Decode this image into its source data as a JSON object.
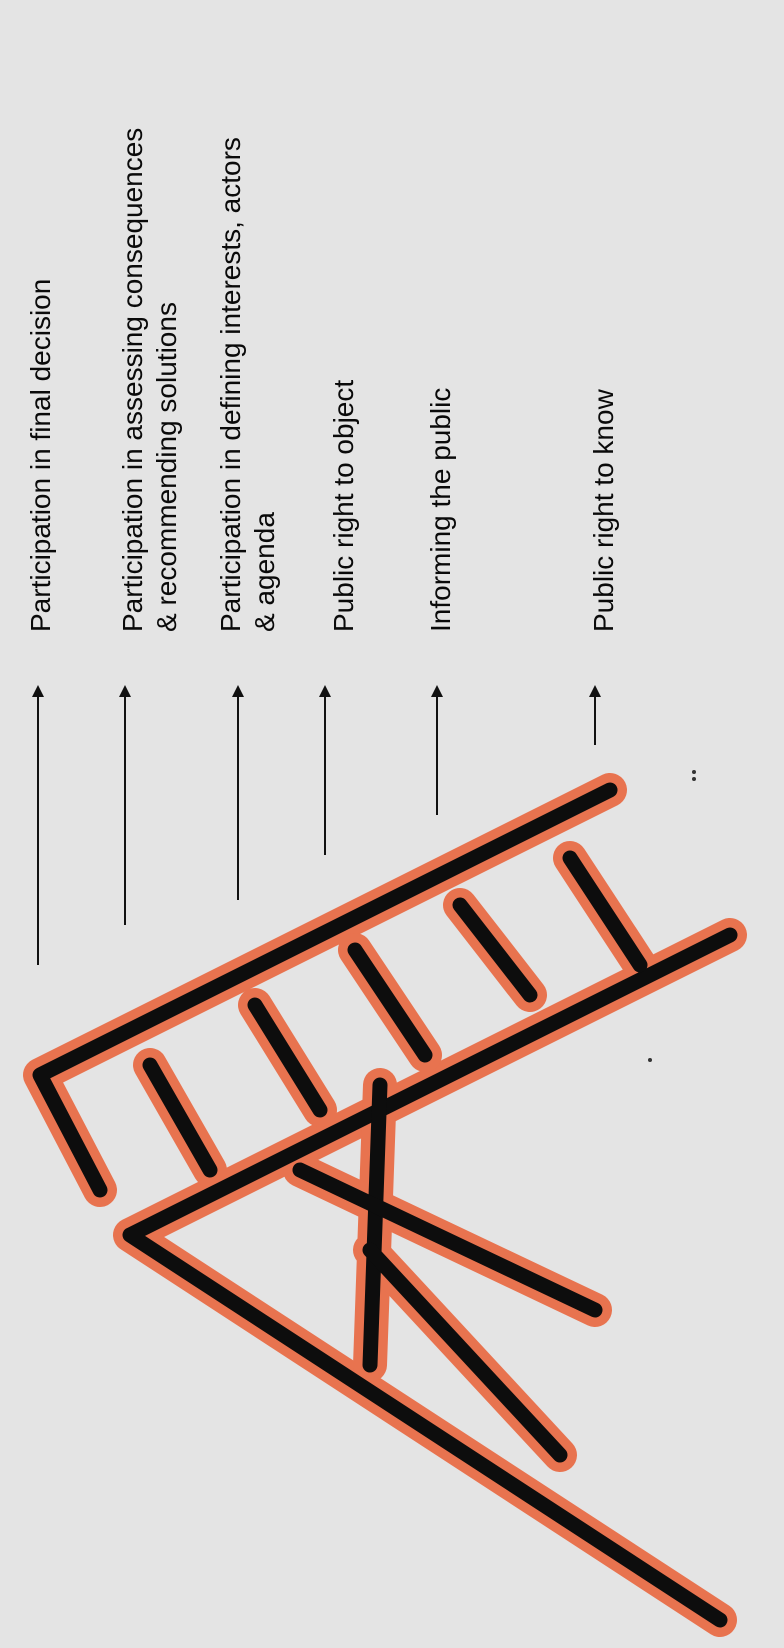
{
  "diagram": {
    "colors": {
      "background": "#e4e4e4",
      "ladder_outline": "#e8734f",
      "ladder_stroke": "#0d0d0d",
      "arrow": "#111111",
      "text": "#0a0a0a"
    },
    "levels": [
      {
        "lines": [
          "Participation in final decision"
        ]
      },
      {
        "lines": [
          "Participation in assessing consequences",
          "& recommending solutions"
        ]
      },
      {
        "lines": [
          "Participation in defining interests, actors",
          "& agenda"
        ]
      },
      {
        "lines": [
          "Public right to object"
        ]
      },
      {
        "lines": [
          "Informing the public"
        ]
      },
      {
        "lines": [
          "Public right to know"
        ]
      }
    ]
  }
}
